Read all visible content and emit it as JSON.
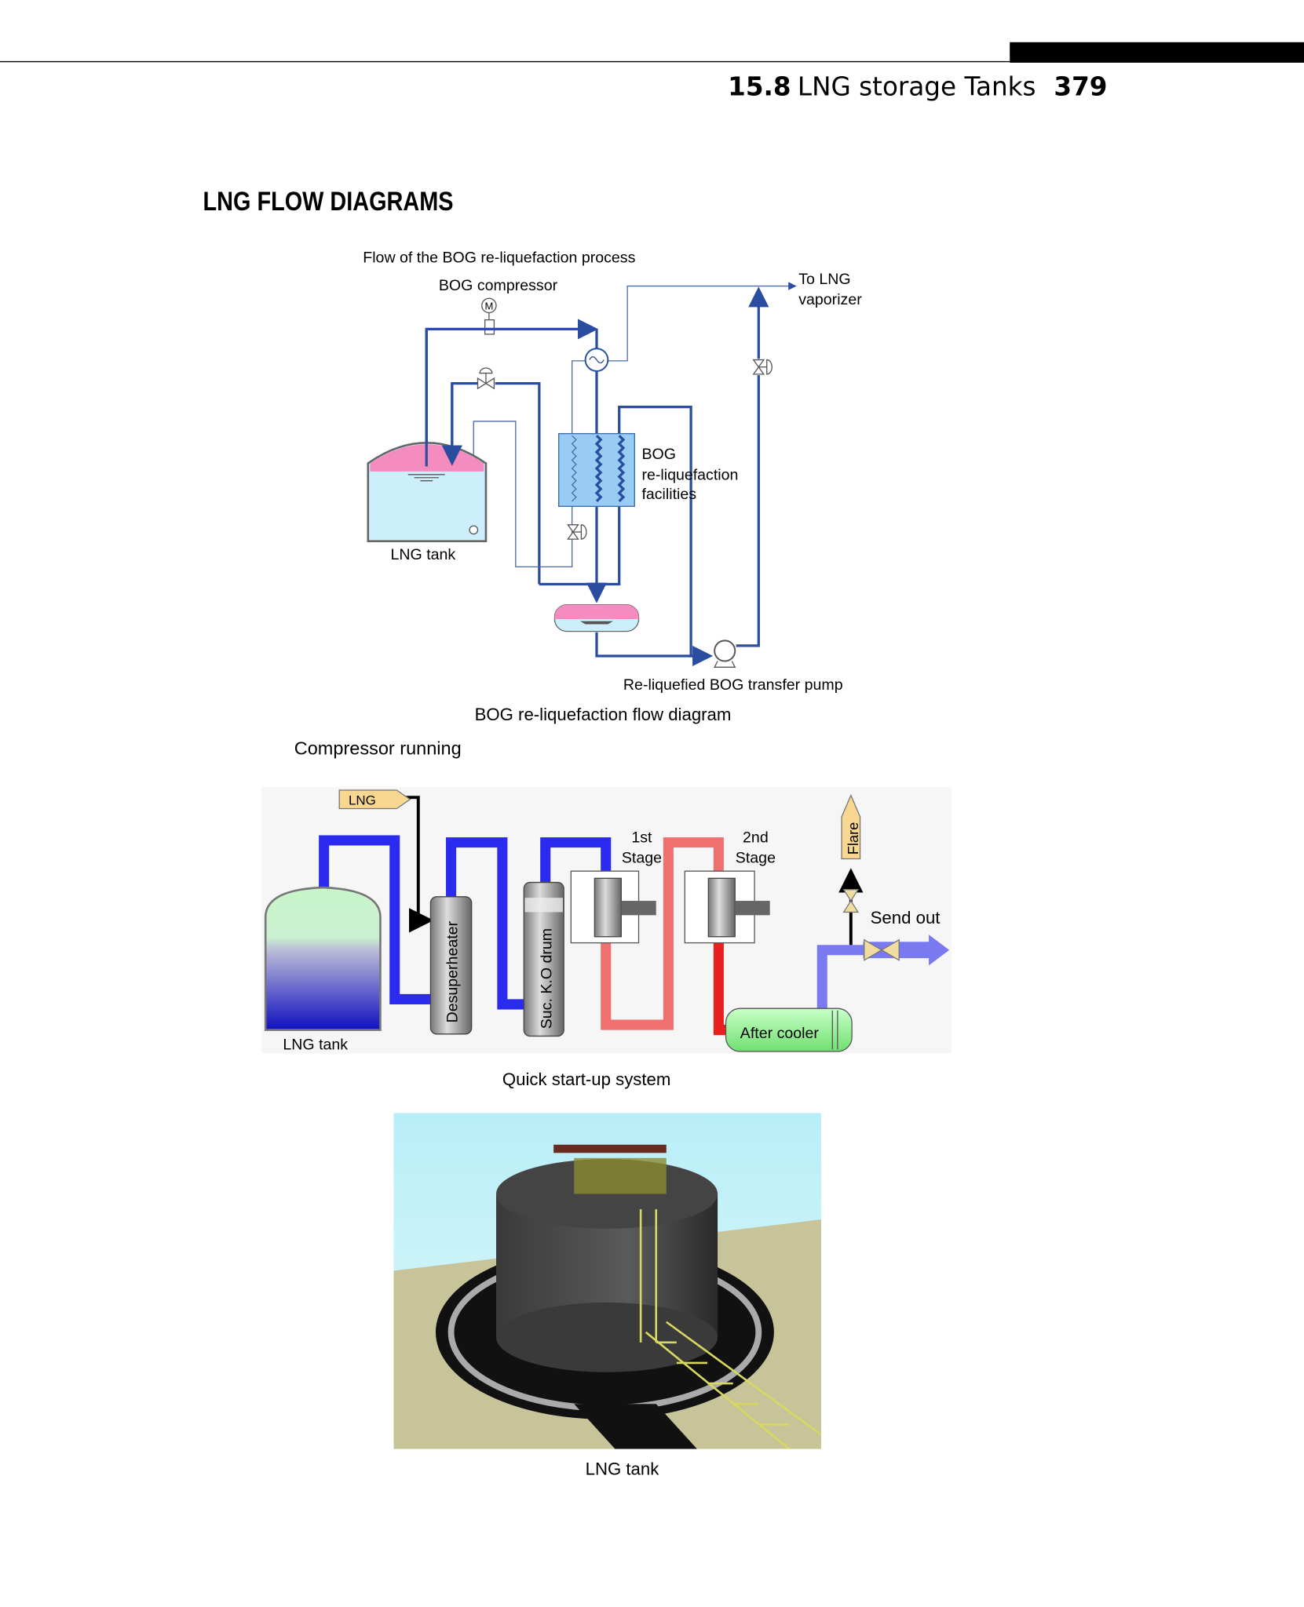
{
  "header": {
    "section_number": "15.8",
    "section_title": "LNG storage Tanks",
    "page_number": "379"
  },
  "heading": "LNG FLOW DIAGRAMS",
  "figure1": {
    "title": "Flow of the BOG re-liquefaction process",
    "compressor_label": "BOG compressor",
    "motor_symbol": "M",
    "vaporizer_label_line1": "To LNG",
    "vaporizer_label_line2": "vaporizer",
    "facility_label_line1": "BOG",
    "facility_label_line2": "re-liquefaction",
    "facility_label_line3": "facilities",
    "tank_label": "LNG tank",
    "pump_label": "Re-liquefied BOG transfer pump",
    "caption": "BOG re-liquefaction flow diagram"
  },
  "figure2": {
    "title": "Compressor running",
    "lng_tag": "LNG",
    "tank_label": "LNG tank",
    "desuperheater_label": "Desuperheater",
    "ko_drum_label": "Suc. K.O drum",
    "stage1_line1": "1st",
    "stage1_line2": "Stage",
    "stage2_line1": "2nd",
    "stage2_line2": "Stage",
    "flare_label": "Flare",
    "send_out_label": "Send out",
    "after_cooler_label": "After cooler",
    "caption": "Quick start-up system"
  },
  "figure3": {
    "caption": "LNG tank"
  },
  "colors": {
    "pipe_blue": "#2a4da0",
    "gas_blue": "#2b2bf0",
    "hot_red": "#f07070",
    "pink": "#f48cc0",
    "liquid": "#cdeffc"
  }
}
